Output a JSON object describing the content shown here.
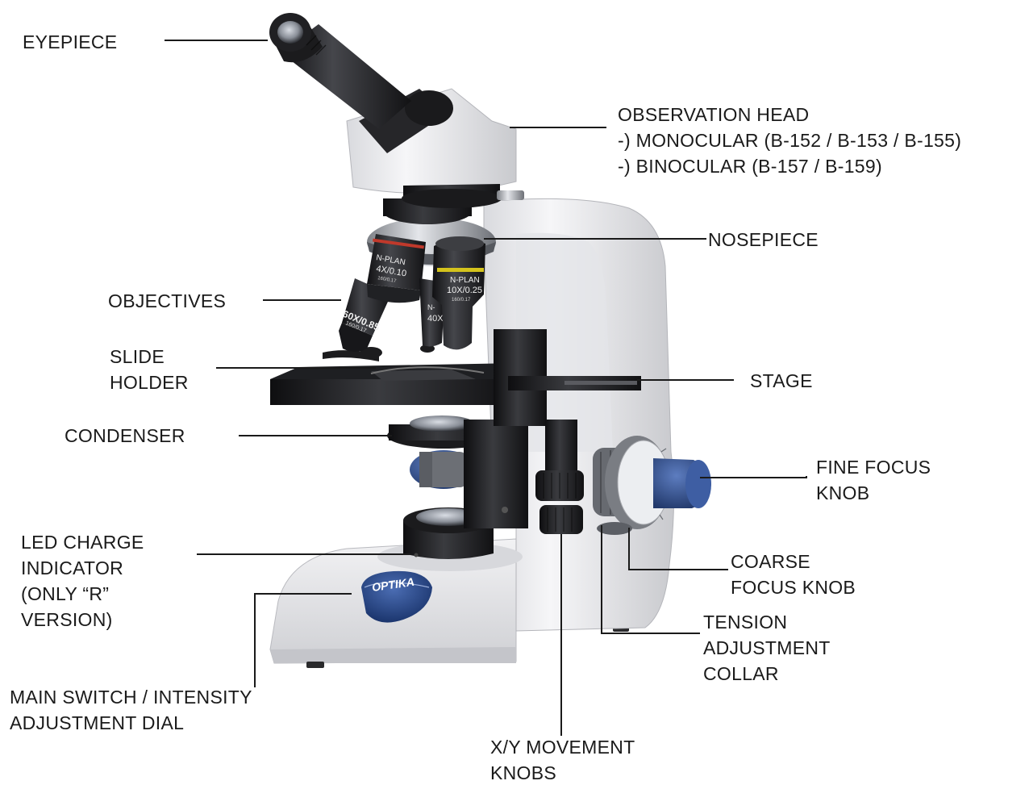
{
  "labels": {
    "eyepiece": [
      "EYEPIECE"
    ],
    "observation_head": [
      "OBSERVATION HEAD",
      "-) MONOCULAR (B-152 / B-153 / B-155)",
      "-) BINOCULAR (B-157 / B-159)"
    ],
    "nosepiece": [
      "NOSEPIECE"
    ],
    "objectives": [
      "OBJECTIVES"
    ],
    "slide_holder": [
      "SLIDE",
      "HOLDER"
    ],
    "stage": [
      "STAGE"
    ],
    "condenser": [
      "CONDENSER"
    ],
    "fine_focus": [
      "FINE FOCUS",
      "KNOB"
    ],
    "led_charge": [
      "LED CHARGE",
      "INDICATOR",
      "(ONLY “R”",
      "VERSION)"
    ],
    "coarse_focus": [
      "COARSE",
      "FOCUS KNOB"
    ],
    "tension_collar": [
      "TENSION",
      "ADJUSTMENT",
      "COLLAR"
    ],
    "main_switch": [
      "MAIN SWITCH / INTENSITY",
      "ADJUSTMENT DIAL"
    ],
    "xy_knobs": [
      "X/Y MOVEMENT",
      "KNOBS"
    ]
  },
  "logo_text": "OPTIKA",
  "objective_markings": {
    "obj_4x": [
      "N-PLAN",
      "4X/0.10",
      "160/0.17"
    ],
    "obj_10x": [
      "N-PLAN",
      "10X/0.25",
      "160/0.17"
    ],
    "obj_40x": [
      "N-",
      "40X/"
    ],
    "obj_60x": [
      "60X/0.85",
      "160/0.17"
    ]
  },
  "colors": {
    "label_text": "#1a1a1a",
    "leader_line": "#1a1a1a",
    "body_white": "#eeeef0",
    "body_shadow": "#c8c9ce",
    "black_part": "#1c1c1e",
    "knob_blue": "#2f4d8c",
    "knob_grey": "#6c6f75",
    "logo_blue": "#1d3a7a"
  }
}
